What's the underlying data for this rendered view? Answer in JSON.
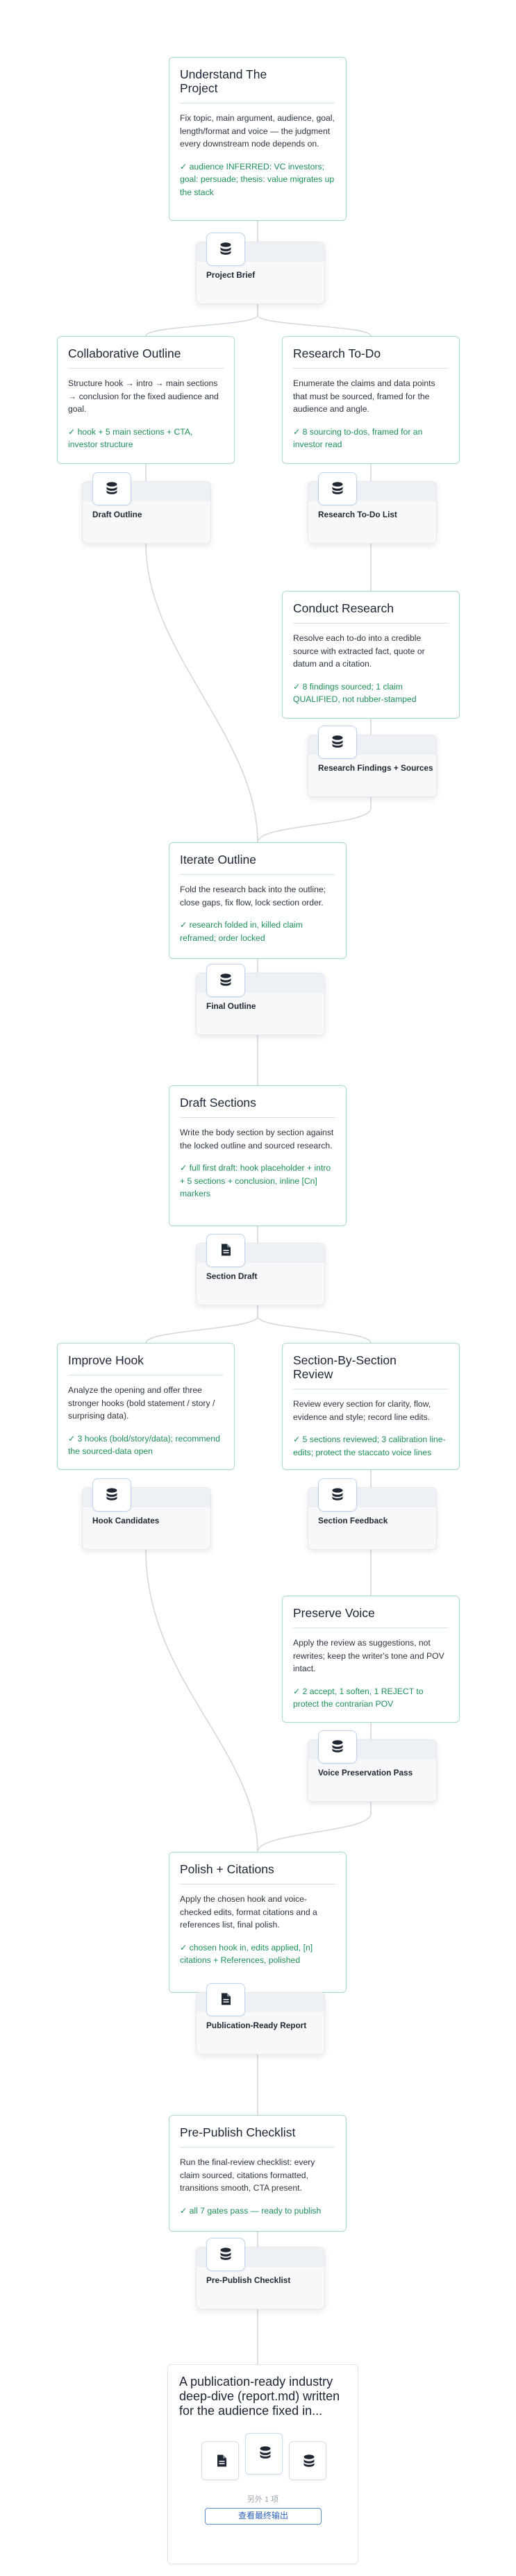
{
  "steps": [
    {
      "title": "Understand The Project",
      "description": "Fix topic, main argument, audience, goal, length/format and voice — the judgment every downstream node depends on.",
      "result": "✓ audience INFERRED: VC investors; goal: persuade; thesis: value migrates up the stack",
      "artifact": "Project Brief",
      "artifact_icon": "database-icon"
    },
    {
      "title": "Collaborative Outline",
      "description": "Structure hook → intro → main sections → conclusion for the fixed audience and goal.",
      "result": "✓ hook + 5 main sections + CTA, investor structure",
      "artifact": "Draft Outline",
      "artifact_icon": "database-icon"
    },
    {
      "title": "Research To-Do",
      "description": "Enumerate the claims and data points that must be sourced, framed for the audience and angle.",
      "result": "✓ 8 sourcing to-dos, framed for an investor read",
      "artifact": "Research To-Do List",
      "artifact_icon": "database-icon"
    },
    {
      "title": "Conduct Research",
      "description": "Resolve each to-do into a credible source with extracted fact, quote or datum and a citation.",
      "result": "✓ 8 findings sourced; 1 claim QUALIFIED, not rubber-stamped",
      "artifact": "Research Findings + Sources",
      "artifact_icon": "database-icon"
    },
    {
      "title": "Iterate Outline",
      "description": "Fold the research back into the outline; close gaps, fix flow, lock section order.",
      "result": "✓ research folded in, killed claim reframed; order locked",
      "artifact": "Final Outline",
      "artifact_icon": "database-icon"
    },
    {
      "title": "Draft Sections",
      "description": "Write the body section by section against the locked outline and sourced research.",
      "result": "✓ full first draft: hook placeholder + intro + 5 sections + conclusion, inline [Cn] markers",
      "artifact": "Section Draft",
      "artifact_icon": "document-icon"
    },
    {
      "title": "Improve Hook",
      "description": "Analyze the opening and offer three stronger hooks (bold statement / story / surprising data).",
      "result": "✓ 3 hooks (bold/story/data); recommend the sourced-data open",
      "artifact": "Hook Candidates",
      "artifact_icon": "database-icon"
    },
    {
      "title": "Section-By-Section Review",
      "description": "Review every section for clarity, flow, evidence and style; record line edits.",
      "result": "✓ 5 sections reviewed; 3 calibration line-edits; protect the staccato voice lines",
      "artifact": "Section Feedback",
      "artifact_icon": "database-icon"
    },
    {
      "title": "Preserve Voice",
      "description": "Apply the review as suggestions, not rewrites; keep the writer's tone and POV intact.",
      "result": "✓ 2 accept, 1 soften, 1 REJECT to protect the contrarian POV",
      "artifact": "Voice Preservation Pass",
      "artifact_icon": "database-icon"
    },
    {
      "title": "Polish + Citations",
      "description": "Apply the chosen hook and voice-checked edits, format citations and a references list, final polish.",
      "result": "✓ chosen hook in, edits applied, [n] citations + References, polished",
      "artifact": "Publication-Ready Report",
      "artifact_icon": "document-icon"
    },
    {
      "title": "Pre-Publish Checklist",
      "description": "Run the final-review checklist: every claim sourced, citations formatted, transitions smooth, CTA present.",
      "result": "✓ all 7 gates pass — ready to publish",
      "artifact": "Pre-Publish Checklist",
      "artifact_icon": "database-icon"
    }
  ],
  "final_output": {
    "title": "A publication-ready industry deep-dive (report.md) written for the audience fixed in...",
    "file_icons": [
      "document-icon",
      "database-icon",
      "database-icon"
    ],
    "count_label": "另外 1 项",
    "button_label": "查看最终输出"
  },
  "colors": {
    "step_border": "#a9ddc8",
    "result_green": "#1e8f58",
    "connector": "#d3d8de",
    "button_blue": "#2e64b8"
  }
}
